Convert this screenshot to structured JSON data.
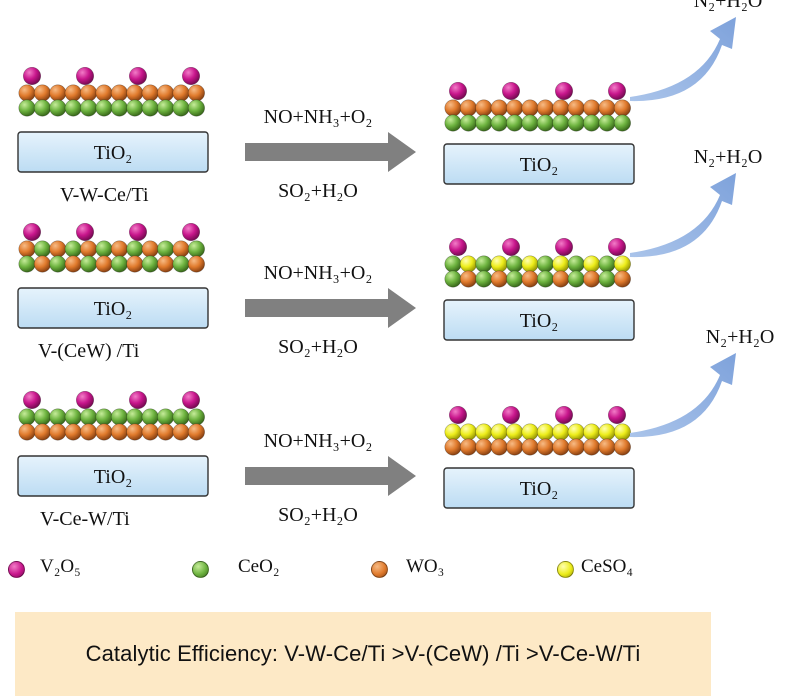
{
  "substrate_label": "TiO₂",
  "arrow_top_label": "NO+NH₃+O₂",
  "arrow_bottom_label": "SO₂+H₂O",
  "product_label": "N₂+H₂O",
  "catalysts": [
    {
      "name": "V-W-Ce/Ti",
      "before_layers": [
        "WO3",
        "CeO2"
      ],
      "after_layers": [
        "WO3",
        "CeO2"
      ],
      "after_top_pattern": "ww",
      "has_V": true
    },
    {
      "name": "V-(CeW) /Ti",
      "before_layers": [
        "mix",
        "mix"
      ],
      "after_layers": [
        "mixS",
        "mix"
      ],
      "has_V": true
    },
    {
      "name": "V-Ce-W/Ti",
      "before_layers": [
        "CeO2",
        "WO3"
      ],
      "after_layers": [
        "CeSO4",
        "WO3"
      ],
      "has_V": true
    }
  ],
  "legend": [
    {
      "label": "V₂O₅",
      "color": "#c8168c"
    },
    {
      "label": "CeO₂",
      "color": "#6db33f"
    },
    {
      "label": "WO₃",
      "color": "#e07a2c"
    },
    {
      "label": "CeSO₄",
      "color": "#eded1a"
    }
  ],
  "colors": {
    "V2O5": "#c8168c",
    "CeO2": "#6db33f",
    "WO3": "#e07a2c",
    "CeSO4": "#eded1a",
    "substrate": "#cfe6f7",
    "reaction_arrow": "#808080",
    "product_arrow": "#8fb0e0",
    "efficiency_bg": "#fde9c6"
  },
  "efficiency_text": "Catalytic Efficiency: V-W-Ce/Ti >V-(CeW) /Ti >V-Ce-W/Ti"
}
